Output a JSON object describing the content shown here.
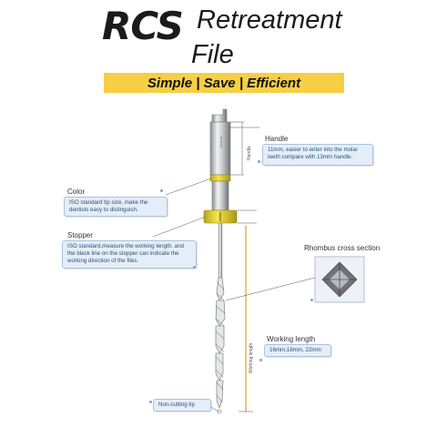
{
  "title": {
    "brand": "RCS",
    "line1": "Retreatment",
    "line2": "File"
  },
  "banner": "Simple | Save | Efficient",
  "callouts": {
    "handle": {
      "label": "Handle",
      "text": "11mm, easier to enter into the molar teeth compare with 13mm handle.",
      "vertical": "Handle"
    },
    "color": {
      "label": "Color",
      "text": "ISO standard tip size, make the dentists easy to distinguish."
    },
    "stopper": {
      "label": "Stopper",
      "text": "ISO standard,measure the working length. and the black line on the stopper can indicate the working direction of the files."
    },
    "rhombus": {
      "label": "Rhombus cross section"
    },
    "working_length": {
      "label": "Working length",
      "text": "16mm,18mm, 22mm",
      "vertical": "Working length"
    },
    "tip": {
      "label": "Non-cutting tip"
    }
  },
  "colors": {
    "banner": "#f6cf45",
    "ring": "#e8d52a",
    "callout_fill": "#e4eef8",
    "callout_border": "#a9c3de",
    "measure_line": "#e0a21c"
  }
}
